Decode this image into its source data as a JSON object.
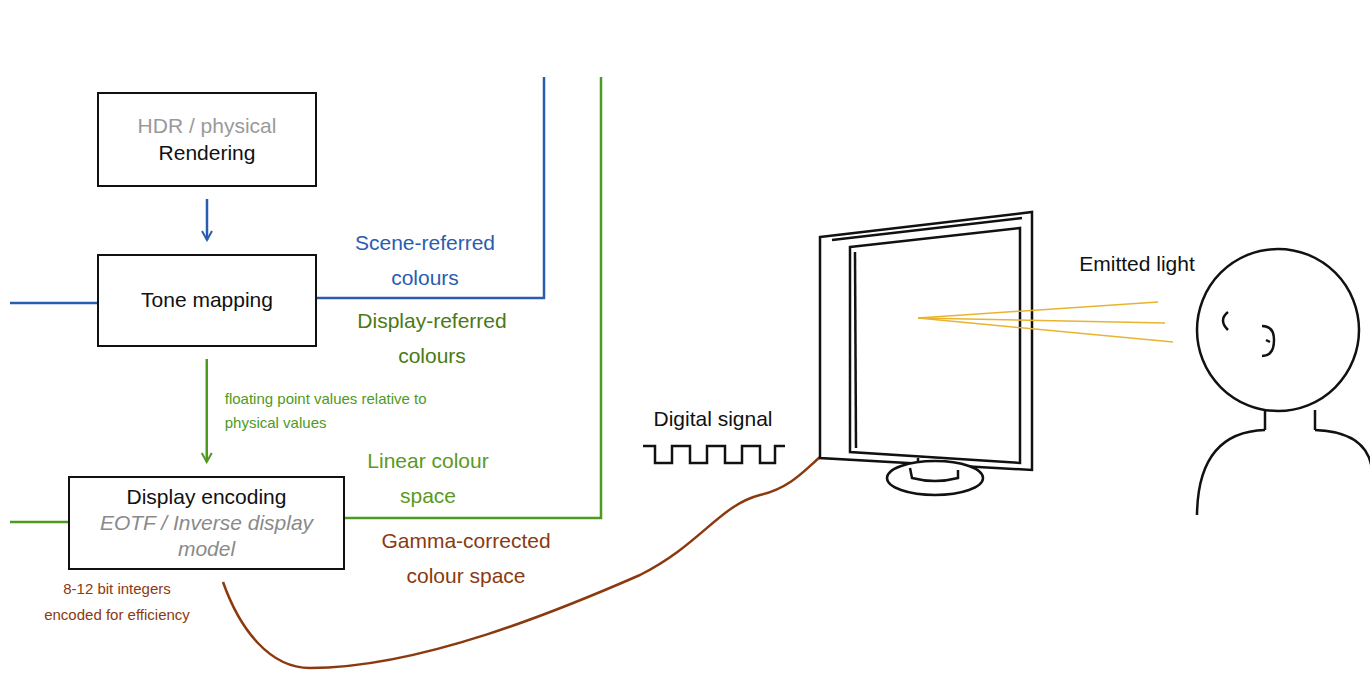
{
  "diagram": {
    "nodes": [
      {
        "text": [
          "HDR / physical",
          "Rendering"
        ]
      },
      {
        "text": [
          "Tone mapping"
        ]
      },
      {
        "text": [
          "Display encoding",
          "EOTF / Inverse display model"
        ]
      }
    ],
    "edges": [
      {
        "from": 0,
        "to": 1,
        "arrow": "to"
      },
      {
        "from": 1,
        "to": 2,
        "arrow": "to",
        "label": "floating point values relative to physical values"
      }
    ],
    "labels": [
      "Scene-referred colours",
      "Display-referred colours",
      "Linear colour space",
      "Gamma-corrected colour space",
      "8-12 bit integers encoded for efficiency",
      "Digital signal",
      "Emitted light"
    ]
  }
}
